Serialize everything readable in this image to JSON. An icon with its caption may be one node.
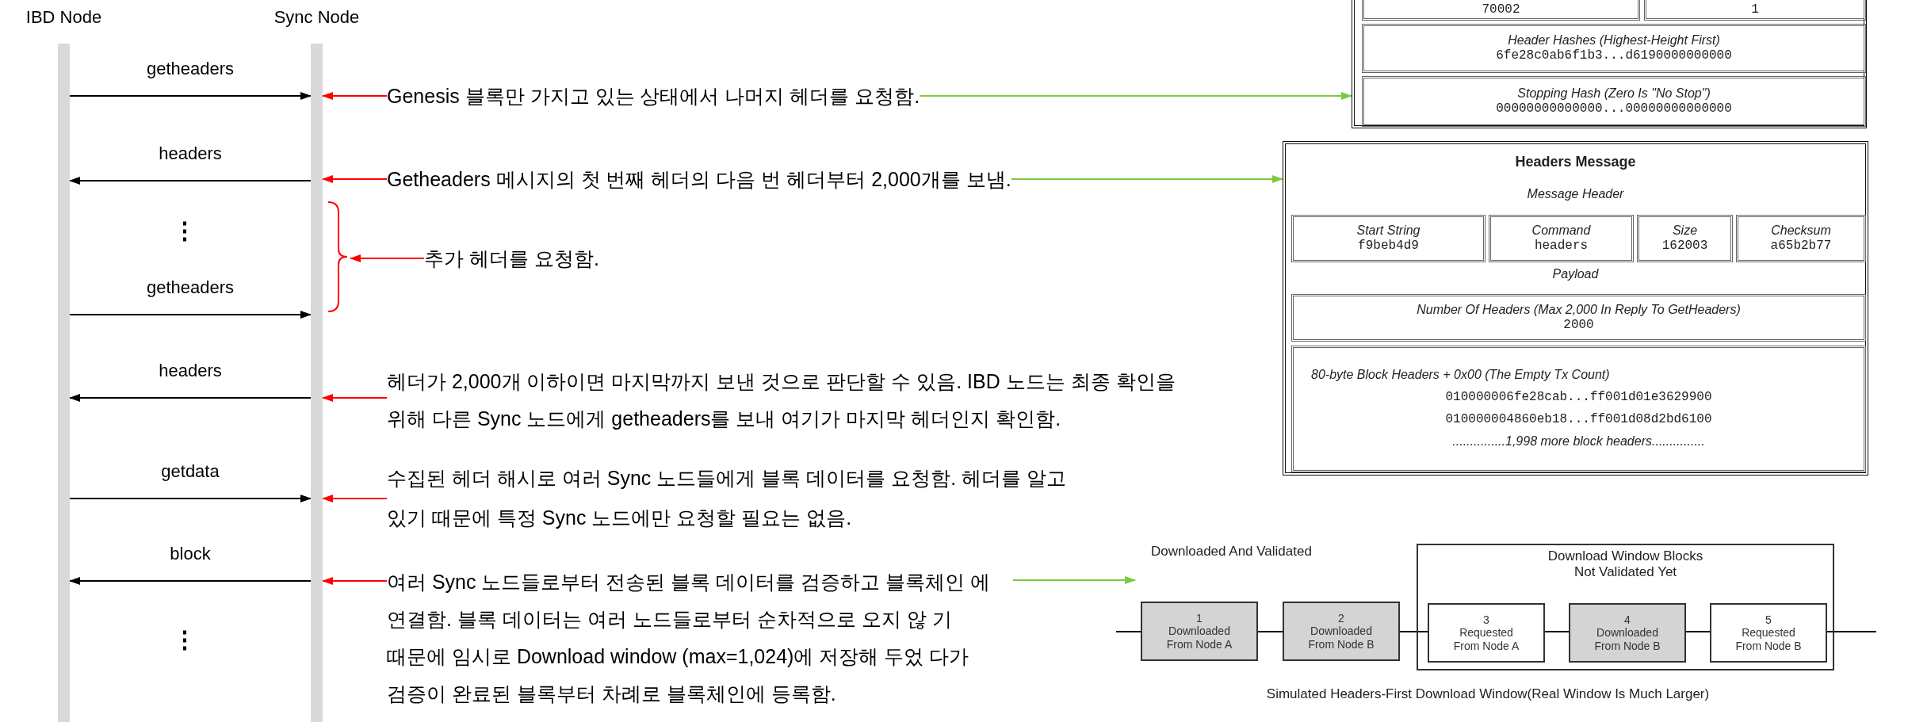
{
  "diagram": {
    "nodes": [
      {
        "text": [
          "IBD Node"
        ]
      },
      {
        "text": [
          "Sync Node"
        ]
      },
      {
        "text": [
          "Genesis 블록만 가지고 있는 상태에서 나머지 헤더를 요청함."
        ]
      },
      {
        "text": [],
        "shape": "box"
      },
      {
        "text": [
          "70002"
        ],
        "in": 3
      },
      {
        "text": [
          "1"
        ],
        "in": 3
      },
      {
        "text": [
          "Header Hashes (Highest-Height First)",
          "6fe28c0ab6f1b3...d6190000000000"
        ],
        "in": 3
      },
      {
        "text": [
          "Stopping Hash (Zero Is \"No Stop\")",
          "00000000000000...00000000000000"
        ],
        "in": 3
      },
      {
        "text": [
          "Getheaders 메시지의 첫 번째 헤더의 다음 번 헤더부터 2,000개를 보냄."
        ]
      },
      {
        "text": [
          "Headers Message",
          "Message Header",
          "Payload"
        ]
      },
      {
        "text": [
          "Start String",
          "f9beb4d9"
        ],
        "in": 9
      },
      {
        "text": [
          "Command",
          "headers"
        ],
        "in": 9
      },
      {
        "text": [
          "Size",
          "162003"
        ],
        "in": 9
      },
      {
        "text": [
          "Checksum",
          "a65b2b77"
        ],
        "in": 9
      },
      {
        "text": [
          "Number Of Headers (Max 2,000 In Reply To GetHeaders)",
          "2000"
        ],
        "in": 9
      },
      {
        "text": [
          "80-byte Block Headers + 0x00 (The Empty Tx Count)",
          "010000006fe28cab...ff001d01e3629900",
          "010000004860eb18...ff001d08d2bd6100",
          "...............1,998 more block headers..............."
        ],
        "in": 9
      },
      {
        "text": [],
        "shape": "brace"
      },
      {
        "text": [
          "추가 헤더를 요청함."
        ]
      },
      {
        "text": [
          "헤더가 2,000개 이하이면 마지막까지 보낸 것으로 판단할 수 있음. IBD 노드는 최종 확인을 위해 다른 Sync 노드에게 getheaders를 보내 여기가 마지막 헤더인지 확인함."
        ]
      },
      {
        "text": [
          "수집된 헤더 해시로 여러 Sync 노드들에게 블록 데이터를 요청함. 헤더를 알고 있기 때문에 특정 Sync 노드에만 요청할 필요는 없음."
        ]
      },
      {
        "text": [
          "여러 Sync 노드들로부터 전송된 블록 데이터를 검증하고 블록체인 에 연결함. 블록 데이터는 여러 노드들로부터 순차적으로 오지 않 기 때문에 임시로 Download window (max=1,024)에 저장해 두었 다가 검증이 완료된 블록부터 차례로 블록체인에 등록함."
        ]
      },
      {
        "text": [
          "Downloaded And Validated"
        ]
      },
      {
        "text": [
          "Download Window Blocks Not Validated Yet"
        ]
      },
      {
        "text": [
          "1",
          "Downloaded From Node A"
        ]
      },
      {
        "text": [
          "2",
          "Downloaded From Node B"
        ]
      },
      {
        "text": [
          "3",
          "Requested From Node A"
        ],
        "in": 22
      },
      {
        "text": [
          "4",
          "Downloaded From Node B"
        ],
        "in": 22
      },
      {
        "text": [
          "5",
          "Requested From Node B"
        ],
        "in": 22
      }
    ],
    "edges": [
      {
        "from": 0,
        "to": 1,
        "arrow": "to",
        "label": "getheaders"
      },
      {
        "from": 1,
        "to": 0,
        "arrow": "to",
        "label": "headers"
      },
      {
        "from": 0,
        "to": 1,
        "arrow": "to",
        "label": "getheaders"
      },
      {
        "from": 1,
        "to": 0,
        "arrow": "to",
        "label": "headers"
      },
      {
        "from": 0,
        "to": 1,
        "arrow": "to",
        "label": "getdata"
      },
      {
        "from": 1,
        "to": 0,
        "arrow": "to",
        "label": "block"
      },
      {
        "from": 2,
        "to": 1,
        "arrow": "to",
        "color": "#ff0000"
      },
      {
        "from": 8,
        "to": 1,
        "arrow": "to",
        "color": "#ff0000"
      },
      {
        "from": 17,
        "to": 16,
        "arrow": "to",
        "color": "#ff0000"
      },
      {
        "from": 18,
        "to": 1,
        "arrow": "to",
        "color": "#ff0000"
      },
      {
        "from": 19,
        "to": 1,
        "arrow": "to",
        "color": "#ff0000"
      },
      {
        "from": 20,
        "to": 1,
        "arrow": "to",
        "color": "#ff0000"
      },
      {
        "from": 2,
        "to": 3,
        "arrow": "to",
        "color": "#7ac943"
      },
      {
        "from": 8,
        "to": 9,
        "arrow": "to",
        "color": "#7ac943"
      },
      {
        "from": 20,
        "to": 21,
        "arrow": "to",
        "color": "#7ac943"
      },
      {
        "from": null,
        "to": 23,
        "arrow": "none"
      },
      {
        "from": 23,
        "to": 24,
        "arrow": "none"
      },
      {
        "from": 24,
        "to": 25,
        "arrow": "none"
      },
      {
        "from": 25,
        "to": 26,
        "arrow": "none"
      },
      {
        "from": 26,
        "to": 27,
        "arrow": "none"
      },
      {
        "from": 27,
        "to": null,
        "arrow": "none"
      }
    ],
    "labels": [
      "⋮",
      "⋮",
      "Simulated Headers-First Download Window(Real Window Is Much Larger)"
    ]
  }
}
